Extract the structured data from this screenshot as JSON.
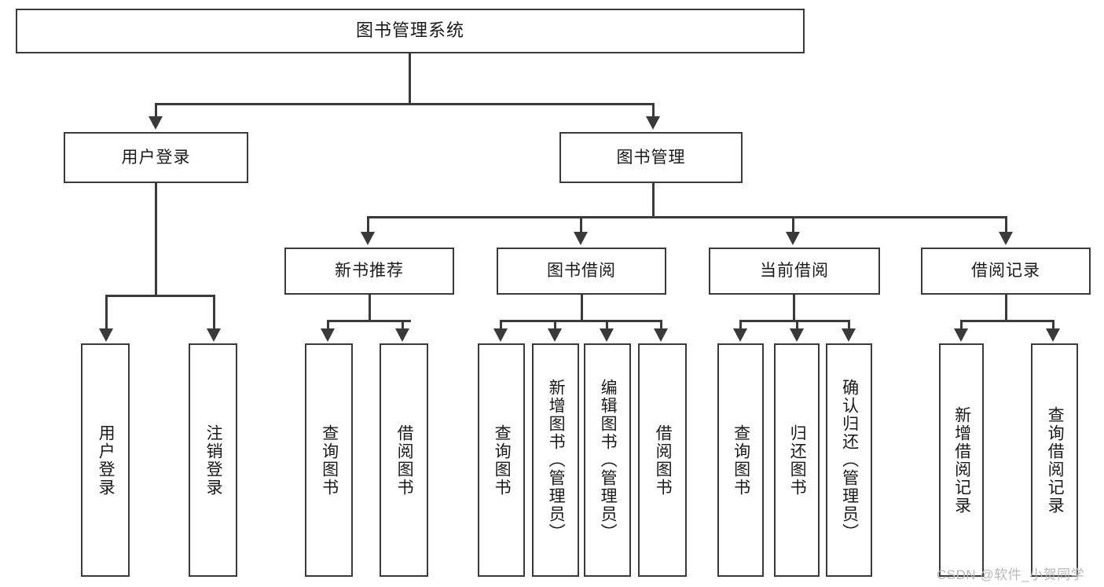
{
  "diagram": {
    "type": "tree-hierarchy",
    "title": "图书管理系统",
    "orientation": "top-down",
    "colors": {
      "box_border": "#3a3a3a",
      "box_fill": "#ffffff",
      "connector": "#3a3a3a",
      "text": "#1a1a1a",
      "watermark": "#b8b8b8",
      "background": "#ffffff"
    },
    "root": {
      "label": "图书管理系统"
    },
    "level2": [
      {
        "label": "用户登录"
      },
      {
        "label": "图书管理"
      }
    ],
    "level3": [
      {
        "label": "新书推荐"
      },
      {
        "label": "图书借阅"
      },
      {
        "label": "当前借阅"
      },
      {
        "label": "借阅记录"
      }
    ],
    "leaves": {
      "user_login": [
        {
          "label": "用户登录"
        },
        {
          "label": "注销登录"
        }
      ],
      "new_book": [
        {
          "label": "查询图书"
        },
        {
          "label": "借阅图书"
        }
      ],
      "book_borrow": [
        {
          "label": "查询图书"
        },
        {
          "label": "新增图书（管理员）"
        },
        {
          "label": "编辑图书（管理员）"
        },
        {
          "label": "借阅图书"
        }
      ],
      "current_borrow": [
        {
          "label": "查询图书"
        },
        {
          "label": "归还图书"
        },
        {
          "label": "确认归还（管理员）"
        }
      ],
      "borrow_record": [
        {
          "label": "新增借阅记录"
        },
        {
          "label": "查询借阅记录"
        }
      ]
    },
    "watermark": "CSDN @软件_小贺同学"
  }
}
